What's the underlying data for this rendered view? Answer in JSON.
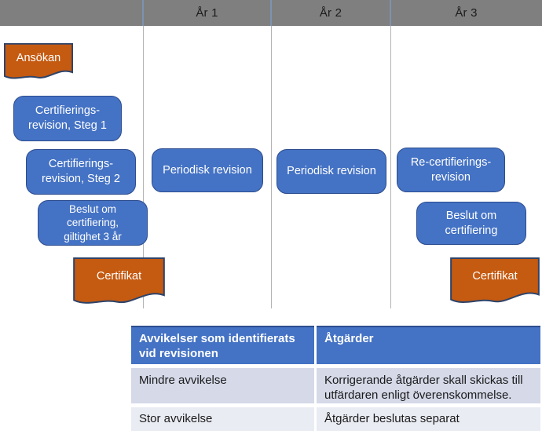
{
  "timeline": {
    "years": [
      "År 1",
      "År 2",
      "År 3"
    ]
  },
  "flow": {
    "ansokan": "Ansökan",
    "steg1": "Certifierings-\nrevision, Steg 1",
    "steg2": "Certifierings-\nrevision, Steg 2",
    "beslut_giltighet": "Beslut om\ncertifiering,\ngiltighet 3 år",
    "certifikat_1": "Certifikat",
    "periodisk_1": "Periodisk revision",
    "periodisk_2": "Periodisk revision",
    "recertifiering": "Re-certifierings-\nrevision",
    "beslut": "Beslut om\ncertifiering",
    "certifikat_2": "Certifikat"
  },
  "table": {
    "headers": [
      "Avvikelser som identifierats vid revisionen",
      "Åtgärder"
    ],
    "rows": [
      [
        "Mindre avvikelse",
        "Korrigerande åtgärder skall skickas till utfärdaren enligt överenskommelse."
      ],
      [
        "Stor avvikelse",
        "Åtgärder beslutas separat"
      ]
    ]
  },
  "colors": {
    "timeline_header_bg": "#7f7f7f",
    "timeline_divider": "#7e92ae",
    "lane_line": "#b3b3b3",
    "process_fill": "#4472c4",
    "process_border": "#2c4c8e",
    "document_fill": "#c55a11",
    "document_border": "#2e4369",
    "table_header_bg": "#4472c4",
    "table_row_odd_bg": "#d5d9e8",
    "table_row_even_bg": "#eaecf4"
  }
}
